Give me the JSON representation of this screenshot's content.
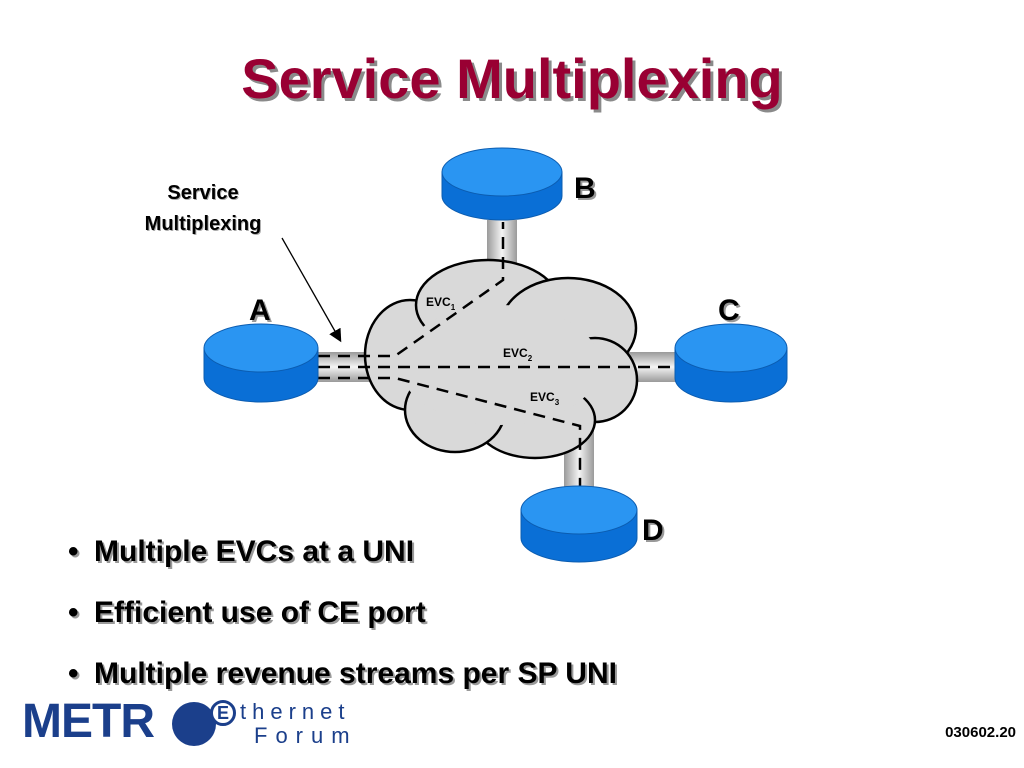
{
  "slide": {
    "title": "Service Multiplexing",
    "slide_number": "030602.20"
  },
  "diagram": {
    "annotation_line1": "Service",
    "annotation_line2": "Multiplexing",
    "nodes": {
      "a": "A",
      "b": "B",
      "c": "C",
      "d": "D"
    },
    "evcs": [
      {
        "base": "EVC",
        "sub": "1"
      },
      {
        "base": "EVC",
        "sub": "2"
      },
      {
        "base": "EVC",
        "sub": "3"
      }
    ],
    "colors": {
      "node_fill": "#0a6fd6",
      "node_top": "#2a95f2",
      "cloud_fill": "#d9d9d9"
    }
  },
  "bullets": [
    "Multiple EVCs at a UNI",
    "Efficient use of CE port",
    "Multiple revenue streams per SP UNI"
  ],
  "logo": {
    "metro": "METR",
    "e_letter": "E",
    "line1": "thernet",
    "line2": "Forum"
  }
}
